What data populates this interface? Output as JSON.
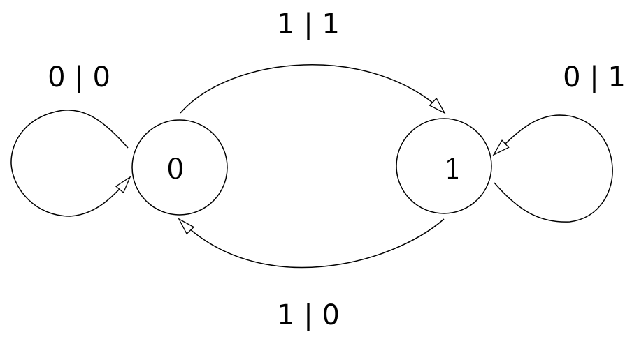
{
  "states": [
    {
      "id": "s0",
      "label": "0"
    },
    {
      "id": "s1",
      "label": "1"
    }
  ],
  "transitions": [
    {
      "from": "0",
      "to": "1",
      "label": "1 | 1"
    },
    {
      "from": "1",
      "to": "0",
      "label": "1 | 0"
    },
    {
      "from": "0",
      "to": "0",
      "label": "0 | 0"
    },
    {
      "from": "1",
      "to": "1",
      "label": "0 | 1"
    }
  ],
  "colors": {
    "stroke": "#000000",
    "background": "#ffffff"
  }
}
